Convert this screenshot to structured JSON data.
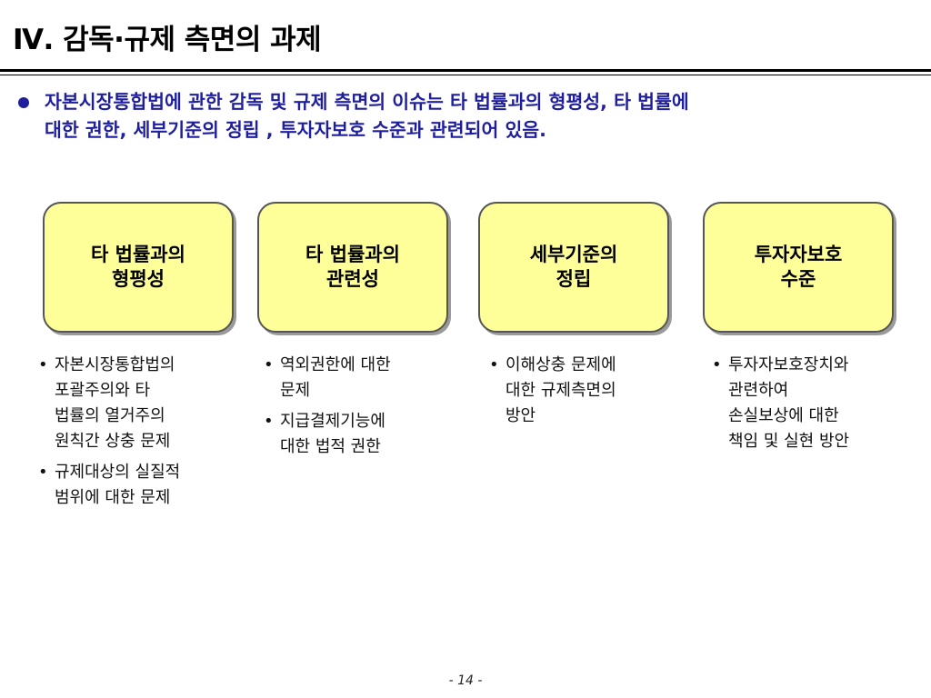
{
  "header": {
    "title": "Ⅳ. 감독·규제 측면의 과제"
  },
  "intro": {
    "line1": "자본시장통합법에 관한 감독 및 규제 측면의 이슈는 타 법률과의 형평성, 타 법률에",
    "line2": "대한 권한, 세부기준의 정립 , 투자자보호 수준과 관련되어 있음."
  },
  "boxes": [
    {
      "line1": "타 법률과의",
      "line2": "형평성"
    },
    {
      "line1": "타 법률과의",
      "line2": "관련성"
    },
    {
      "line1": "세부기준의",
      "line2": "정립"
    },
    {
      "line1": "투자자보호",
      "line2": "수준"
    }
  ],
  "columns": [
    {
      "items": [
        {
          "lines": [
            "자본시장통합법의",
            "포괄주의와 타",
            "법률의 열거주의",
            "원칙간 상충 문제"
          ]
        },
        {
          "lines": [
            "규제대상의 실질적",
            "범위에 대한 문제"
          ]
        }
      ]
    },
    {
      "items": [
        {
          "lines": [
            "역외권한에 대한",
            "문제"
          ]
        },
        {
          "lines": [
            "지급결제기능에",
            "대한 법적 권한"
          ]
        }
      ]
    },
    {
      "items": [
        {
          "lines": [
            "이해상충 문제에",
            "대한 규제측면의",
            "방안"
          ]
        }
      ]
    },
    {
      "items": [
        {
          "lines": [
            "투자자보호장치와",
            "관련하여",
            "손실보상에 대한",
            "책임 및 실현 방안"
          ]
        }
      ]
    }
  ],
  "footer": {
    "page_number": "- 14 -"
  },
  "colors": {
    "accent": "#1f1f9e",
    "box_fill": "#ffff99"
  }
}
